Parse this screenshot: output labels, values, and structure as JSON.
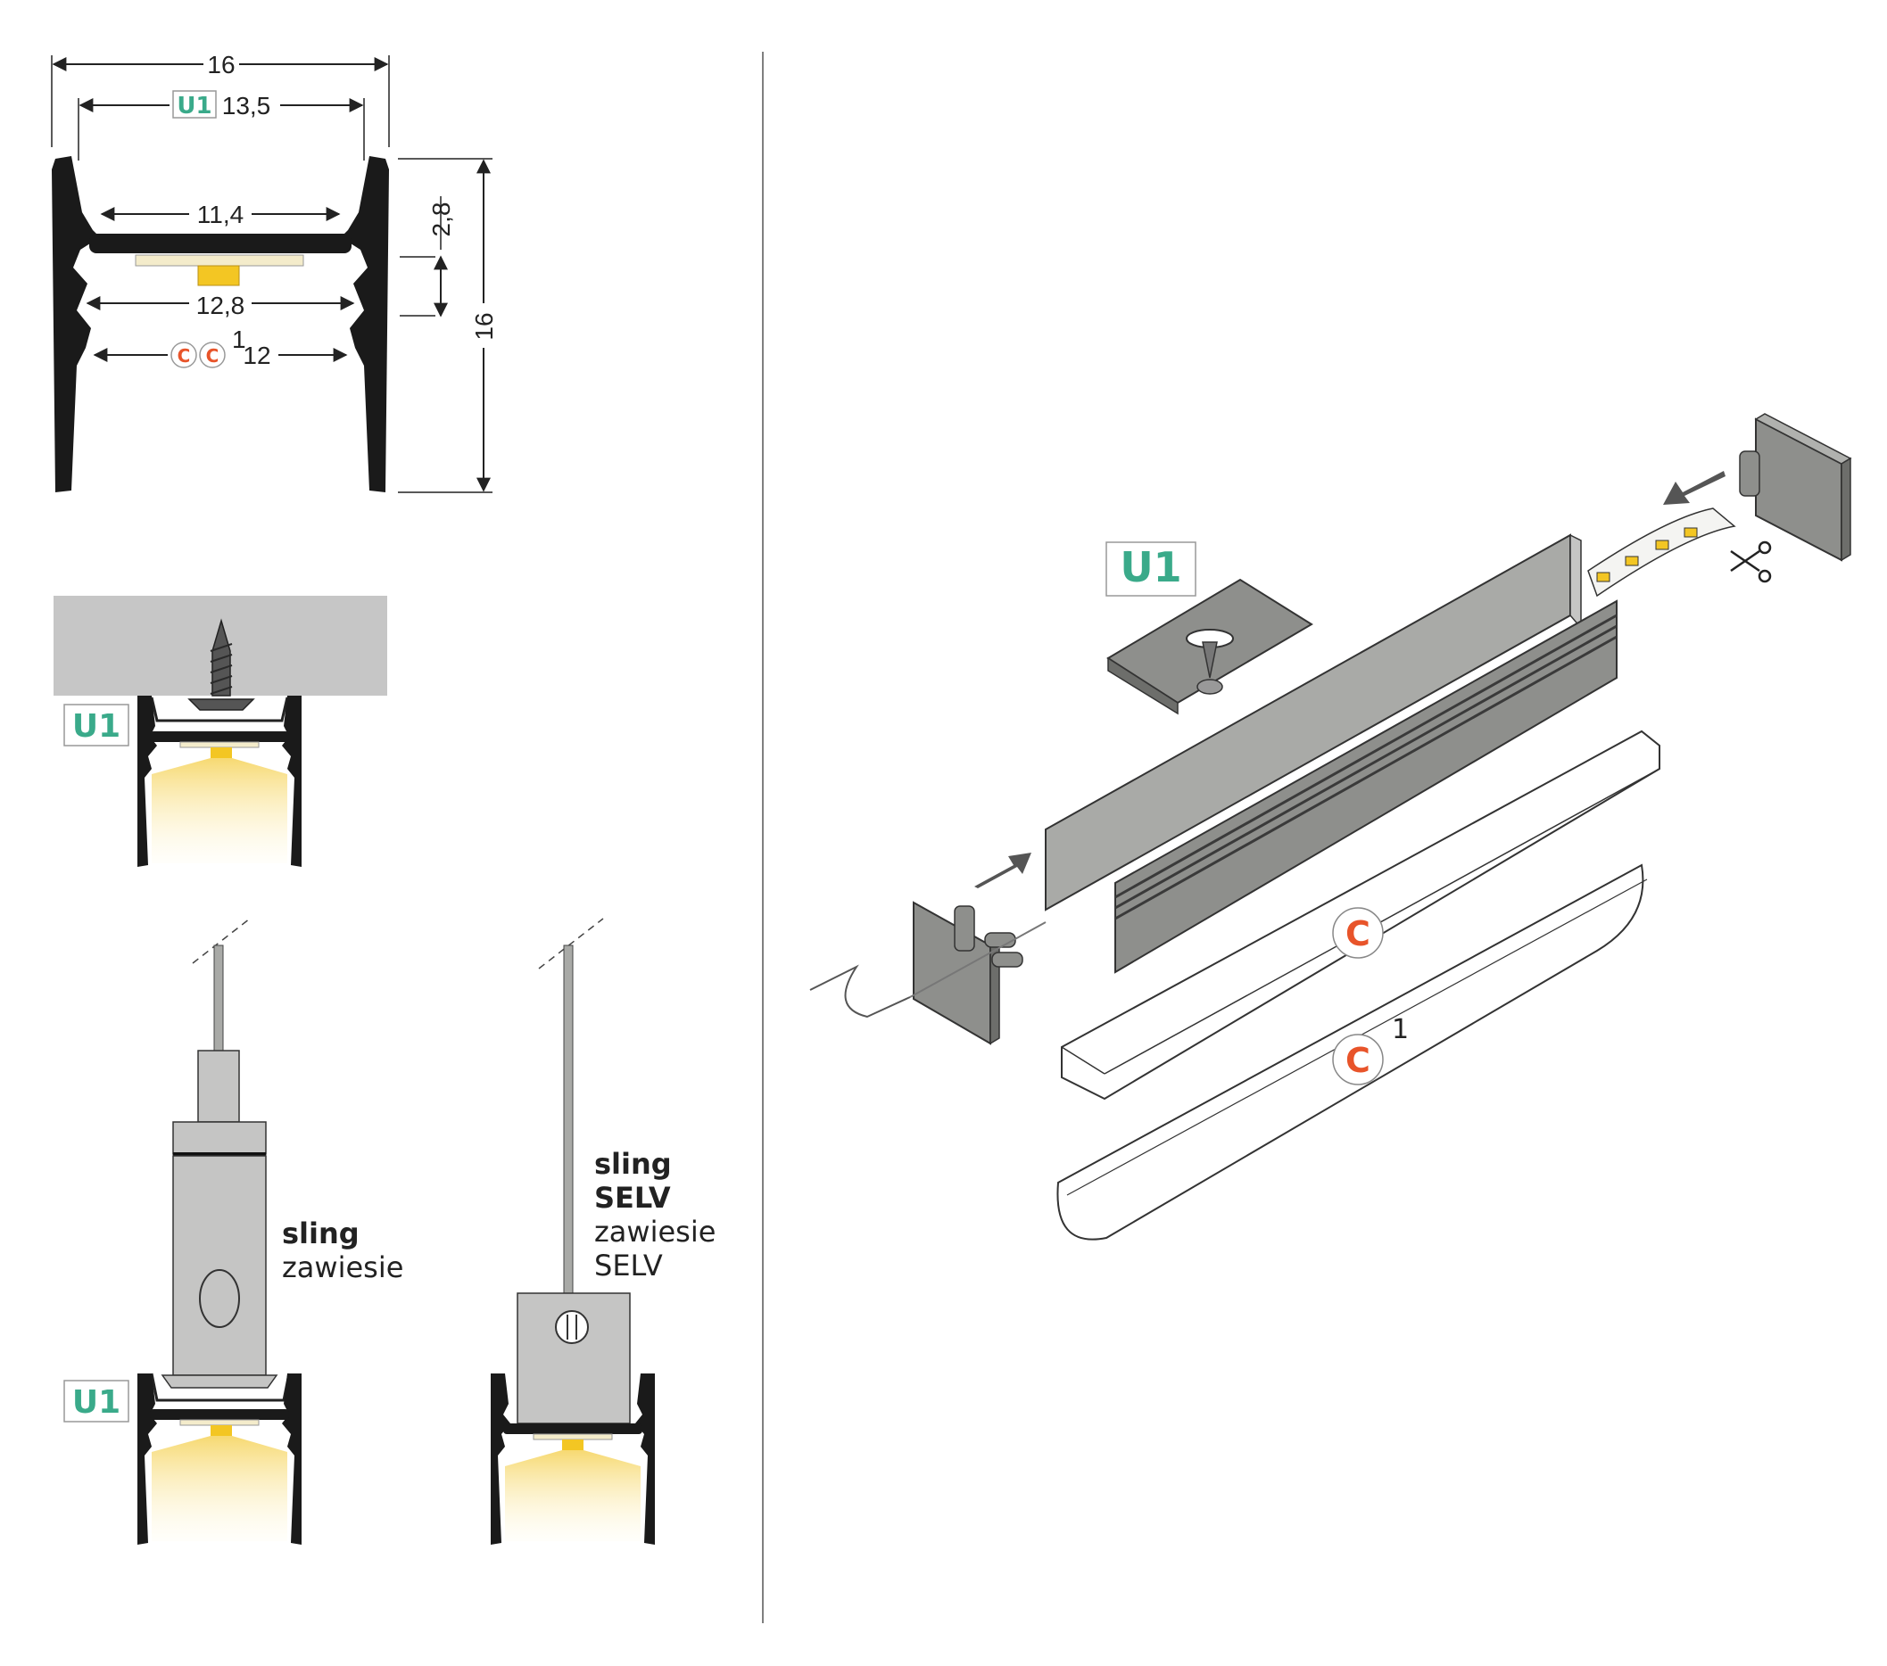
{
  "profile_dimensions": {
    "total_width": "16",
    "u1_width": "13,5",
    "u1_badge": "U1",
    "inner_top_width": "11,4",
    "inner_mid_width": "12,8",
    "cover_width": "12",
    "cover_superscript": "1",
    "cover_badge_letter": "C",
    "depth_small": "2,8",
    "height": "16"
  },
  "mounting": {
    "ceiling_badge": "U1",
    "sling_badge": "U1",
    "sling_title": "sling",
    "sling_subtitle": "zawiesie",
    "selv_title_1": "sling",
    "selv_title_2": "SELV",
    "selv_subtitle_1": "zawiesie",
    "selv_subtitle_2": "SELV"
  },
  "exploded_view": {
    "u1_badge": "U1",
    "cover_c_letter": "C",
    "cover_c1_letter": "C",
    "cover_c1_superscript": "1"
  },
  "colors": {
    "profile": "#1a1a1a",
    "aluminium": "#a9aaa7",
    "led_yellow": "#f3c623",
    "u1_green": "#3aaa8a",
    "cover_orange": "#e8542a"
  }
}
